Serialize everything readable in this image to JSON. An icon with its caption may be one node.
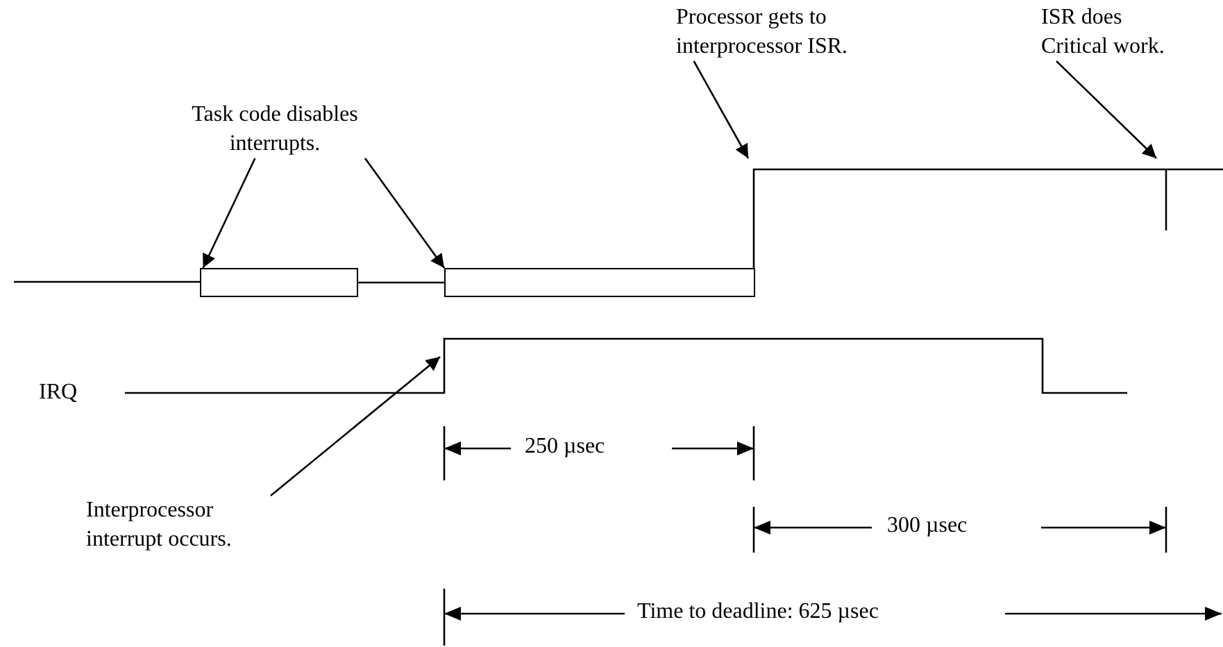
{
  "diagram": {
    "nodes": [
      {
        "text": [
          "Task code disables interrupts."
        ]
      },
      {
        "text": [],
        "shape": "box"
      },
      {
        "text": [],
        "shape": "box"
      },
      {
        "text": [
          "Processor gets to interprocessor ISR."
        ]
      },
      {
        "text": [
          "ISR does Critical work."
        ]
      },
      {
        "text": [
          "Interprocessor interrupt occurs."
        ]
      }
    ],
    "edges": [
      {
        "from": 0,
        "to": 1,
        "arrow": "to"
      },
      {
        "from": 0,
        "to": 2,
        "arrow": "to"
      },
      {
        "from": 3,
        "to": null,
        "arrow": "to"
      },
      {
        "from": 4,
        "to": null,
        "arrow": "to"
      },
      {
        "from": 5,
        "to": null,
        "arrow": "to"
      },
      {
        "from": 1,
        "to": 2,
        "arrow": "none"
      }
    ],
    "labels": [
      "IRQ",
      "250 µsec",
      "300 µsec",
      "Time to deadline: 625 µsec"
    ]
  }
}
